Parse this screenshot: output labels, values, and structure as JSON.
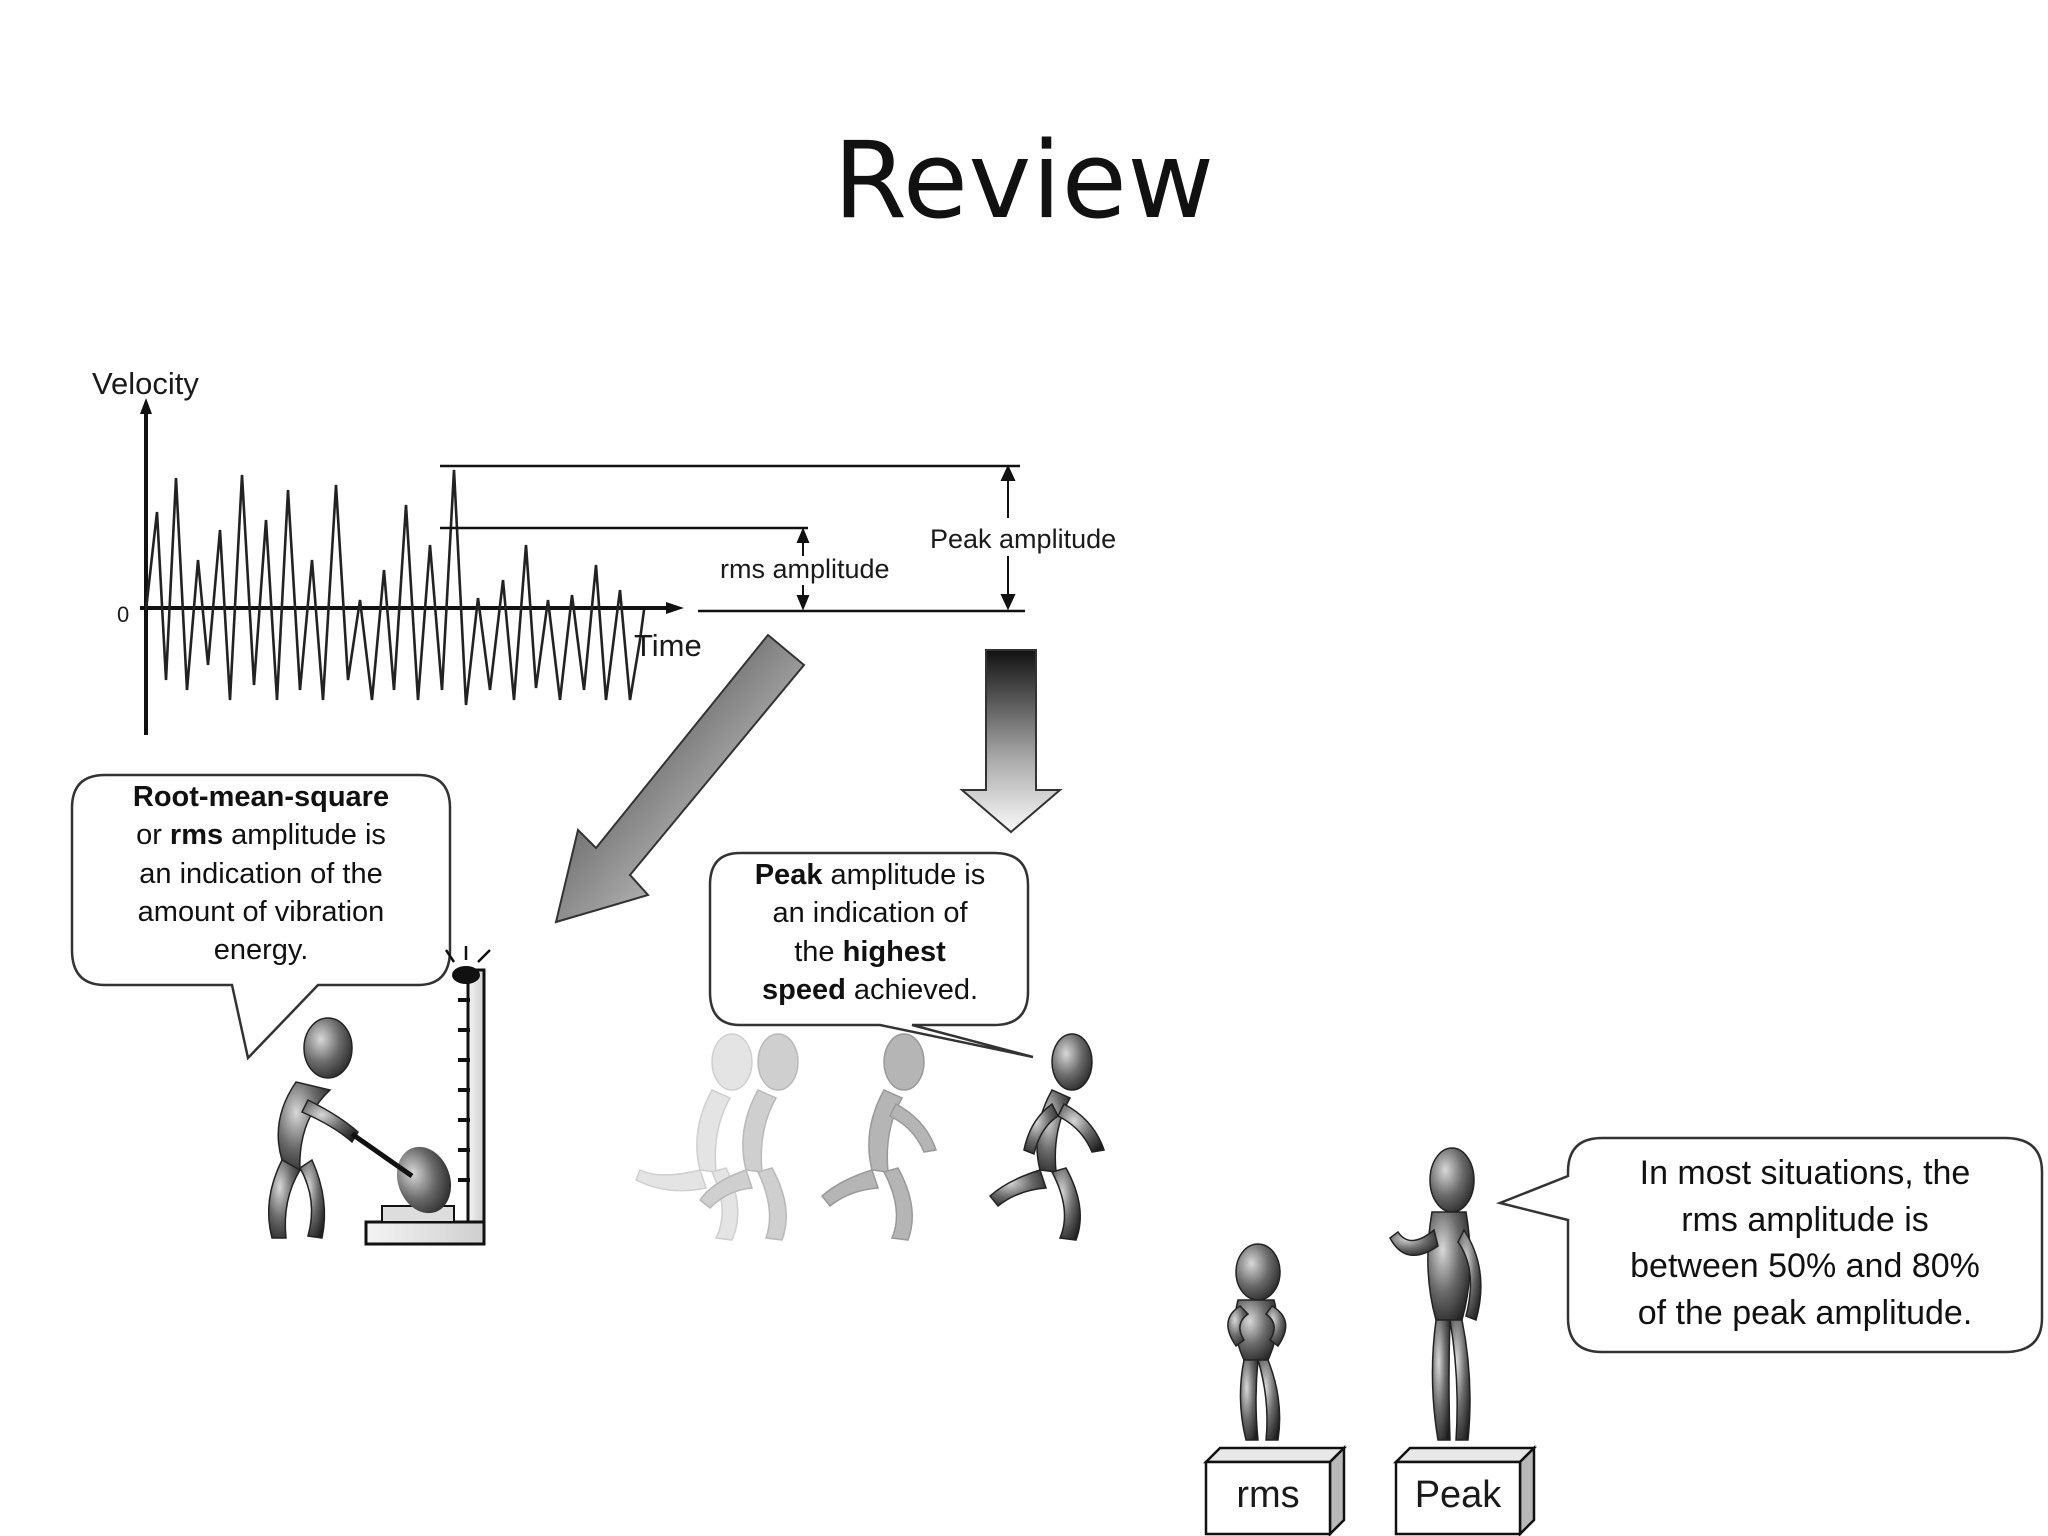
{
  "slide": {
    "title": "Review"
  },
  "graph": {
    "y_label": "Velocity",
    "zero_label": "0",
    "x_label": "Time",
    "rms_label": "rms amplitude",
    "peak_label": "Peak amplitude"
  },
  "bubbles": {
    "rms": {
      "l1_bold": "Root-mean-square",
      "l2_pre": "or ",
      "l2_bold": "rms",
      "l2_post": " amplitude is",
      "l3": "an indication of the",
      "l4": "amount of vibration",
      "l5": "energy."
    },
    "peak": {
      "l1_bold": "Peak",
      "l1_post": " amplitude is",
      "l2": "an indication of",
      "l3_pre": "the ",
      "l3_bold": "highest",
      "l4_bold": "speed",
      "l4_post": " achieved."
    },
    "situation": {
      "l1": "In most situations, the",
      "l2": "rms amplitude is",
      "l3": "between 50% and 80%",
      "l4": "of the peak amplitude."
    }
  },
  "boxes": {
    "rms": "rms",
    "peak": "Peak"
  }
}
